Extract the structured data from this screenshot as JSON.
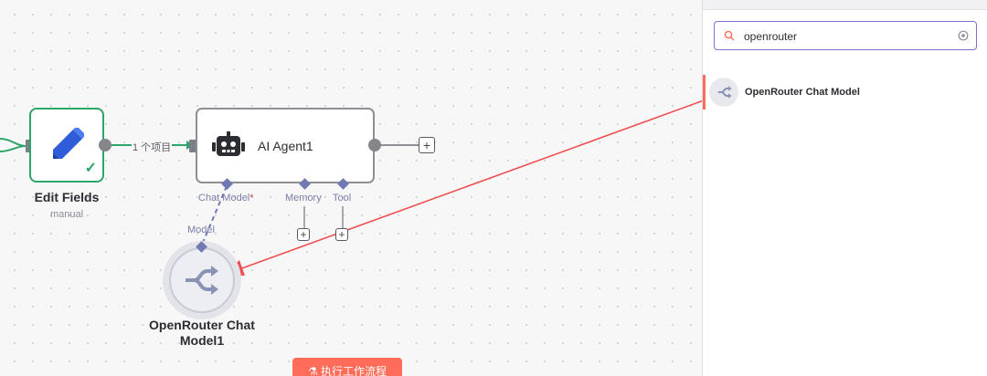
{
  "canvas": {
    "edge_label": "1 个项目",
    "execute_button": "执行工作流程",
    "nodes": {
      "edit_fields": {
        "title": "Edit Fields",
        "subtitle": "manual"
      },
      "ai_agent": {
        "title": "AI Agent1",
        "inputs": [
          {
            "label": "Chat Model",
            "required_mark": "*"
          },
          {
            "label": "Memory"
          },
          {
            "label": "Tool"
          }
        ]
      },
      "openrouter": {
        "title": "OpenRouter Chat Model1",
        "port_label": "Model"
      }
    }
  },
  "panel": {
    "search": {
      "value": "openrouter"
    },
    "results": [
      {
        "label": "OpenRouter Chat Model",
        "icon": "openrouter-icon"
      }
    ]
  },
  "colors": {
    "success": "#2da56a",
    "accent": "#ff6d5a",
    "search_border": "#7b72d4",
    "port_purple": "#7178b2",
    "annotation_arrow": "#ef4f4f"
  }
}
